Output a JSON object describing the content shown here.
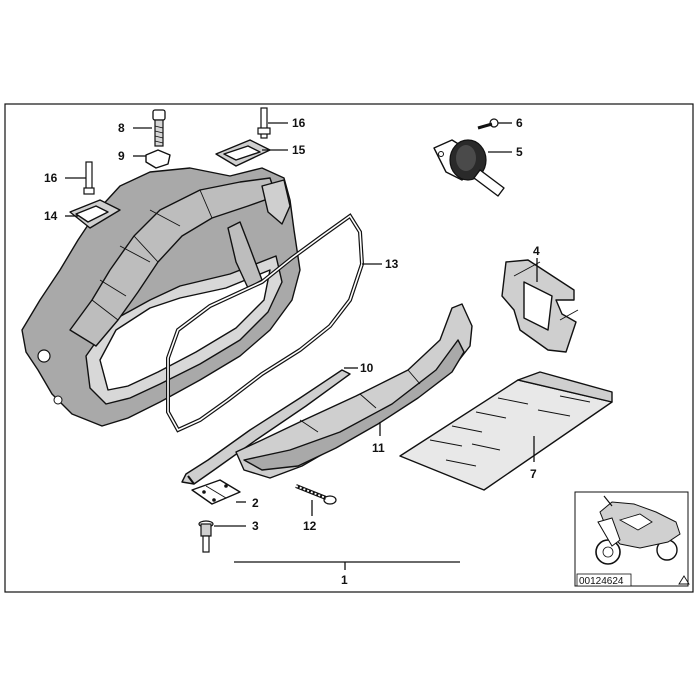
{
  "callouts": {
    "c1": "1",
    "c2": "2",
    "c3": "3",
    "c4": "4",
    "c5": "5",
    "c6": "6",
    "c7": "7",
    "c8": "8",
    "c9": "9",
    "c10": "10",
    "c11": "11",
    "c12": "12",
    "c13": "13",
    "c14": "14",
    "c15": "15",
    "c16a": "16",
    "c16b": "16"
  },
  "inset": {
    "diagram_id": "00124624"
  }
}
